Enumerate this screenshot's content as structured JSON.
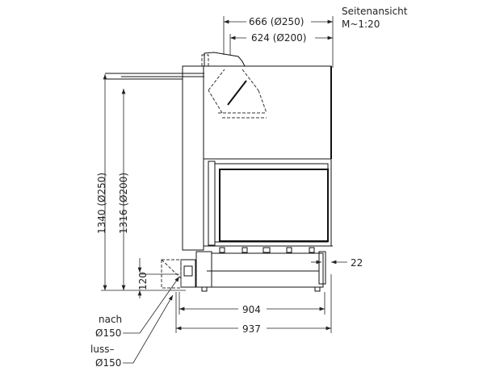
{
  "view": {
    "title": "Seitenansicht",
    "scale": "M~1:20"
  },
  "dimensions": {
    "depth_250": "666 (Ø250)",
    "depth_200": "624 (Ø200)",
    "height_250": "1340 (Ø250)",
    "height_200": "1316 (Ø200)",
    "inlet_height": "120",
    "offset": "22",
    "width_904": "904",
    "width_937": "937"
  },
  "labels": {
    "line1": "nach",
    "line2": "Ø150",
    "line3": "luss–",
    "line4": "Ø150"
  }
}
